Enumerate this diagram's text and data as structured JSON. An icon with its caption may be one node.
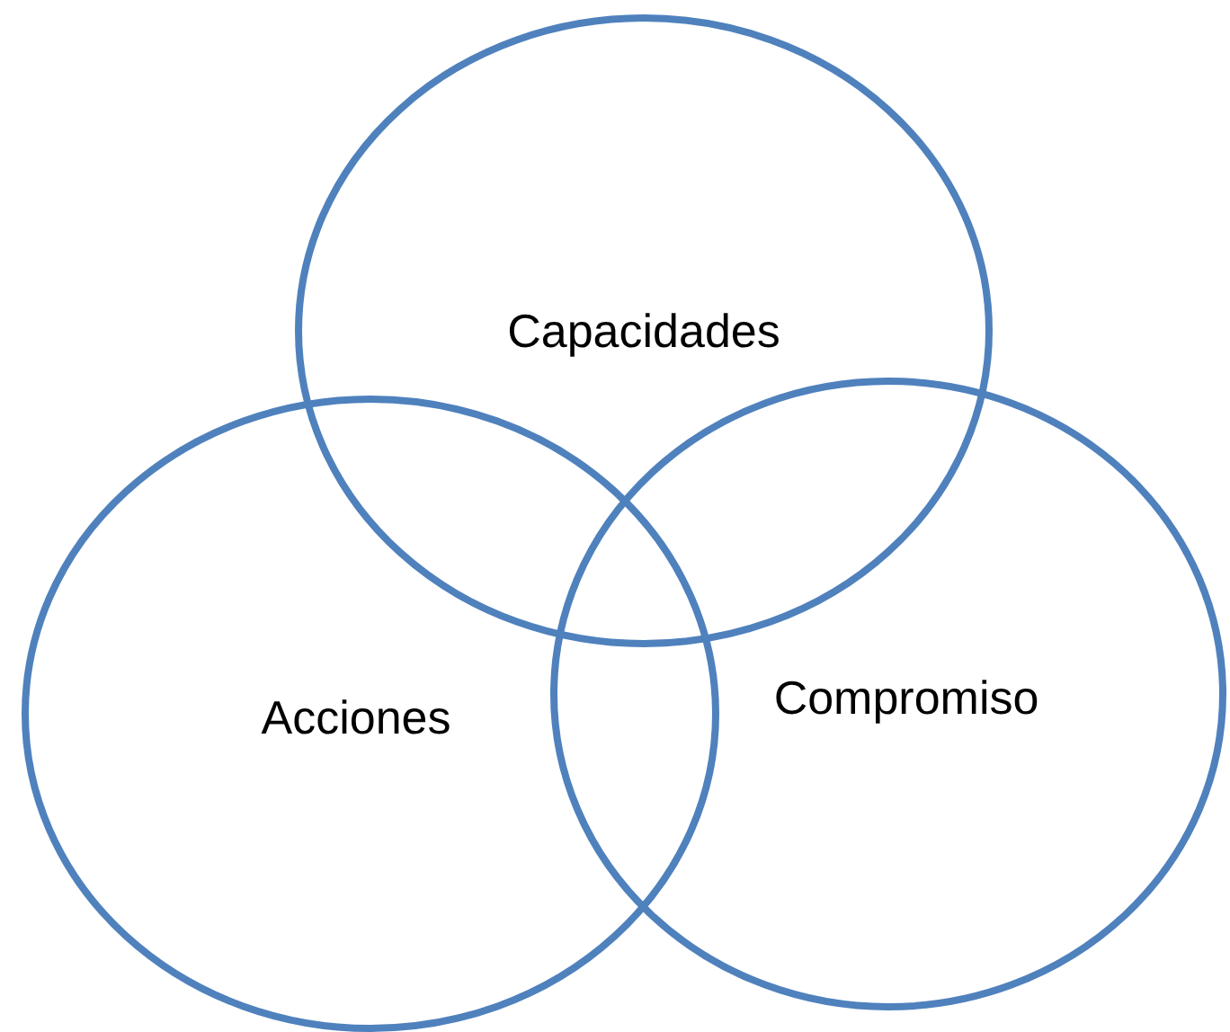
{
  "diagram": {
    "nodes": [
      {
        "text": [
          "Capacidades"
        ]
      },
      {
        "text": [
          "Acciones"
        ]
      },
      {
        "text": [
          "Compromiso"
        ]
      }
    ]
  }
}
